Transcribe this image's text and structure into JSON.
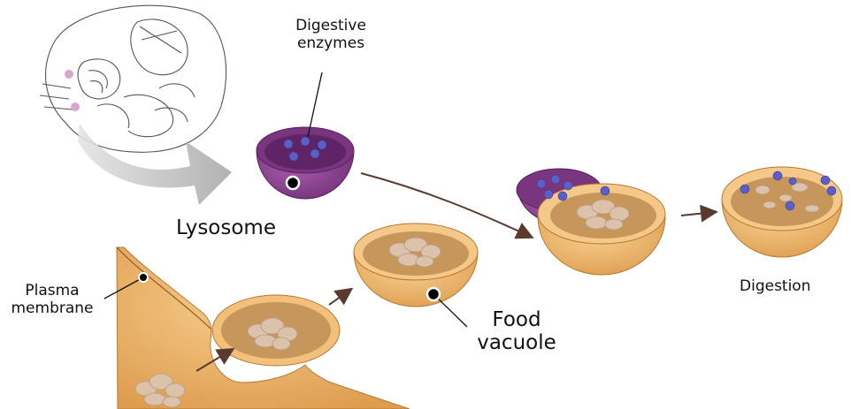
{
  "labels": {
    "digestive_enzymes": [
      "Digestive",
      "enzymes"
    ],
    "lysosome": "Lysosome",
    "plasma_membrane": [
      "Plasma",
      "membrane"
    ],
    "food_vacuole": [
      "Food",
      "vacuole"
    ],
    "digestion": "Digestion"
  },
  "colors": {
    "lysosome_purple": "#8a3d8f",
    "lysosome_inner": "#6e2d78",
    "enzyme_blue": "#5b5fc7",
    "vacuole_orange": "#eeb46a",
    "vacuole_inner": "#c6965a",
    "membrane_orange": "#f0b66d",
    "food_particle": "#dcc2aa",
    "process_arrow": "#c9c9c9",
    "pointer_dot": "#000000"
  },
  "icons": [
    "cell-outline-icon",
    "process-arrow-icon"
  ]
}
